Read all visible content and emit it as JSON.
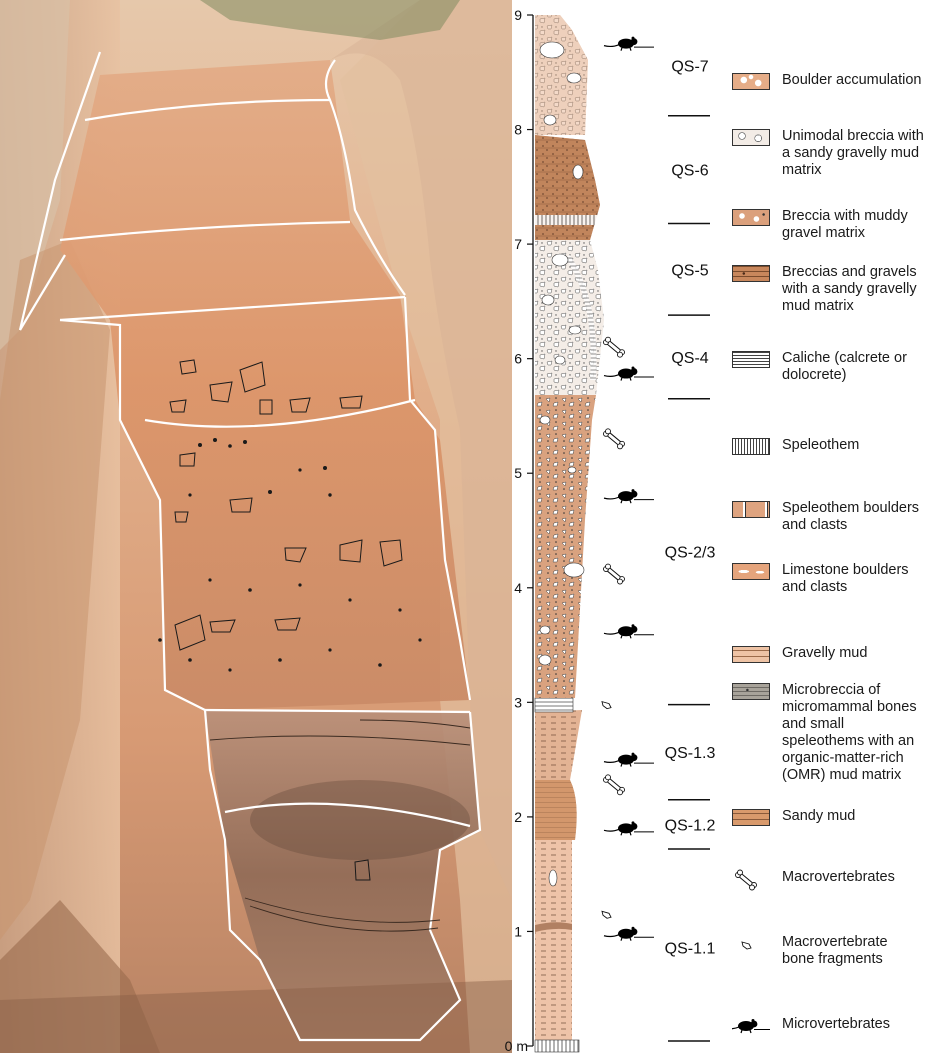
{
  "colors": {
    "rock_light": "#e9c2a0",
    "rock_mid": "#d99a72",
    "rock_dark": "#8d6a55",
    "sediment_orange": "#dc9a6c",
    "sandy_mud": "#d9a07a",
    "column_base": "#e8b89a",
    "ink": "#111111",
    "outline_white": "#ffffff"
  },
  "photo": {
    "description_icon": "photo-outcrop"
  },
  "depth_axis": {
    "unit_label": "0 m",
    "tick_labels": [
      "1",
      "2",
      "3",
      "4",
      "5",
      "6",
      "7",
      "8",
      "9"
    ],
    "range": [
      0,
      9
    ]
  },
  "units": [
    {
      "label": "QS-7",
      "base": 8.12,
      "top": 9.0
    },
    {
      "label": "QS-6",
      "base": 7.18,
      "top": 8.12
    },
    {
      "label": "QS-5",
      "base": 6.38,
      "top": 7.18
    },
    {
      "label": "QS-4",
      "base": 5.65,
      "top": 6.38
    },
    {
      "label": "QS-2/3",
      "base": 2.98,
      "top": 5.65
    },
    {
      "label": "QS-1.3",
      "base": 2.15,
      "top": 2.98
    },
    {
      "label": "QS-1.2",
      "base": 1.72,
      "top": 2.15
    },
    {
      "label": "QS-1.1",
      "base": 0.0,
      "top": 1.72
    }
  ],
  "fossil_markers": [
    {
      "type": "microvertebrate",
      "depth": 8.75
    },
    {
      "type": "macrovertebrate",
      "depth": 6.1
    },
    {
      "type": "microvertebrate",
      "depth": 5.87
    },
    {
      "type": "macrovertebrate",
      "depth": 5.3
    },
    {
      "type": "microvertebrate",
      "depth": 4.8
    },
    {
      "type": "macrovertebrate",
      "depth": 4.12
    },
    {
      "type": "microvertebrate",
      "depth": 3.62
    },
    {
      "type": "bone-fragment",
      "depth": 2.98
    },
    {
      "type": "microvertebrate",
      "depth": 2.5
    },
    {
      "type": "macrovertebrate",
      "depth": 2.28
    },
    {
      "type": "microvertebrate",
      "depth": 1.9
    },
    {
      "type": "bone-fragment",
      "depth": 1.15
    },
    {
      "type": "microvertebrate",
      "depth": 0.98
    }
  ],
  "legend": [
    {
      "label": "Boulder accumulation",
      "fill": "#e6ad88",
      "pattern": "boulders"
    },
    {
      "label": "Unimodal breccia with\na sandy gravelly mud\nmatrix",
      "fill": "#f3ece6",
      "pattern": "breccia-light"
    },
    {
      "label": "Breccia with muddy\ngravel matrix",
      "fill": "#dba07c",
      "pattern": "breccia-dark"
    },
    {
      "label": "Breccias and gravels\nwith a sandy gravelly\nmud matrix",
      "fill": "#c8875c",
      "pattern": "gravel"
    },
    {
      "label": "Caliche (calcrete or\ndolocrete)",
      "fill": "#ffffff",
      "pattern": "horizontal-lines"
    },
    {
      "label": "Speleothem",
      "fill": "#ffffff",
      "pattern": "vertical-lines"
    },
    {
      "label": "Speleothem boulders\nand clasts",
      "fill": "#dfa480",
      "pattern": "speleothem-clasts"
    },
    {
      "label": "Limestone boulders\nand clasts",
      "fill": "#e5a47c",
      "pattern": "limestone-clasts"
    },
    {
      "label": "Gravelly mud",
      "fill": "#eec3a5",
      "pattern": "gravelly-mud"
    },
    {
      "label": "Microbreccia of\nmicromammal bones\nand small\nspeleothems with an\norganic-matter-rich\n(OMR) mud matrix",
      "fill": "#a8a39a",
      "pattern": "microbreccia"
    },
    {
      "label": "Sandy mud",
      "fill": "#d99a6c",
      "pattern": "sandy-mud"
    },
    {
      "label": "Macrovertebrates",
      "icon": "bone-icon"
    },
    {
      "label": "Macrovertebrate\nbone fragments",
      "icon": "bone-fragment-icon"
    },
    {
      "label": "Microvertebrates",
      "icon": "rodent-icon"
    }
  ]
}
